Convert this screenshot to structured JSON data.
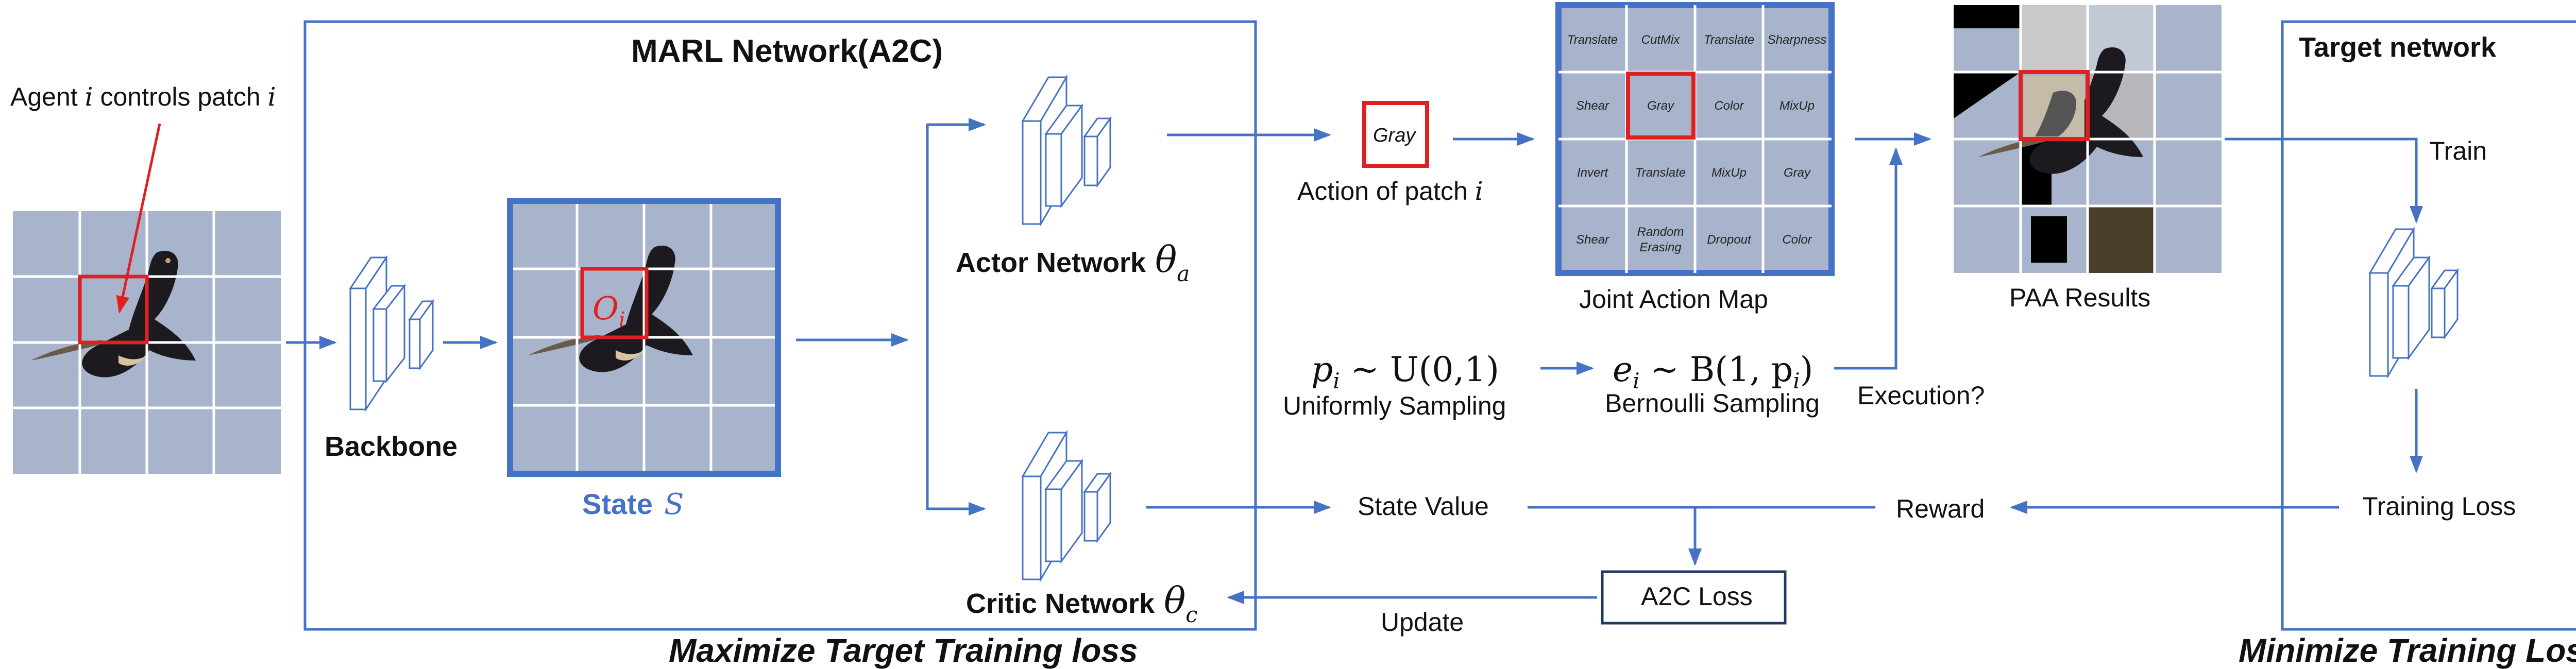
{
  "labels": {
    "agent_prefix": "Agent ",
    "agent_i": "i",
    "agent_suffix": " controls patch ",
    "agent_patch_i": "i",
    "marl_title": "MARL Network(A2C)",
    "backbone": "Backbone",
    "state": "State",
    "state_symbol": "S",
    "o_main": "O",
    "o_sub": "i",
    "actor_network": "Actor Network",
    "actor_theta": "θ",
    "actor_sub": "a",
    "critic_network": "Critic Network",
    "critic_theta": "θ",
    "critic_sub": "c",
    "gray_action": "Gray",
    "action_of_patch": "Action of patch ",
    "action_patch_i": "i",
    "joint_action_map": "Joint Action Map",
    "paa_results": "PAA Results",
    "target_network": "Target network",
    "train": "Train",
    "training_loss": "Training Loss",
    "reward": "Reward",
    "state_value": "State Value",
    "a2c_loss": "A2C Loss",
    "update": "Update",
    "p_formula_main": "p",
    "p_formula_sub": "i",
    "p_formula_rest": " ~ U(0,1)",
    "uniform_sampling": "Uniformly Sampling",
    "e_formula_main": "e",
    "e_formula_sub": "i",
    "e_formula_rest1": " ~ B(1, p",
    "e_formula_sub2": "i",
    "e_formula_rest2": ")",
    "bernoulli_sampling": "Bernoulli Sampling",
    "execution": "Execution?",
    "maximize": "Maximize Target Training loss",
    "minimize": "Minimize Training Loss"
  },
  "action_map": [
    [
      "Translate",
      "CutMix",
      "Translate",
      "Sharpness"
    ],
    [
      "Shear",
      "Gray",
      "Color",
      "MixUp"
    ],
    [
      "Invert",
      "Translate",
      "MixUp",
      "Gray"
    ],
    [
      "Shear",
      "Random Erasing",
      "Dropout",
      "Color"
    ]
  ],
  "colors": {
    "accent_blue": "#4472c4",
    "highlight_red": "#e02020",
    "patch_bg": "#a7b4cc"
  }
}
